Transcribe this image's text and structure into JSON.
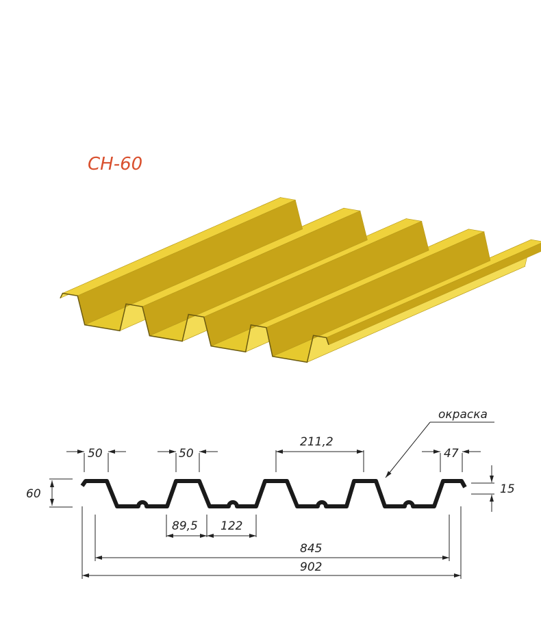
{
  "title": "СН-60",
  "colors": {
    "title": "#d9502e",
    "sheet": "#f0d43c",
    "profile": "#1a1a1a"
  },
  "labels": {
    "coating": "окраска",
    "ridge_width_1": "50",
    "ridge_width_2": "50",
    "pitch": "211,2",
    "edge_ridge_width": "47",
    "height": "60",
    "lip": "15",
    "trough_part_1": "89,5",
    "trough_part_2": "122",
    "useful_width": "845",
    "total_width": "902"
  }
}
